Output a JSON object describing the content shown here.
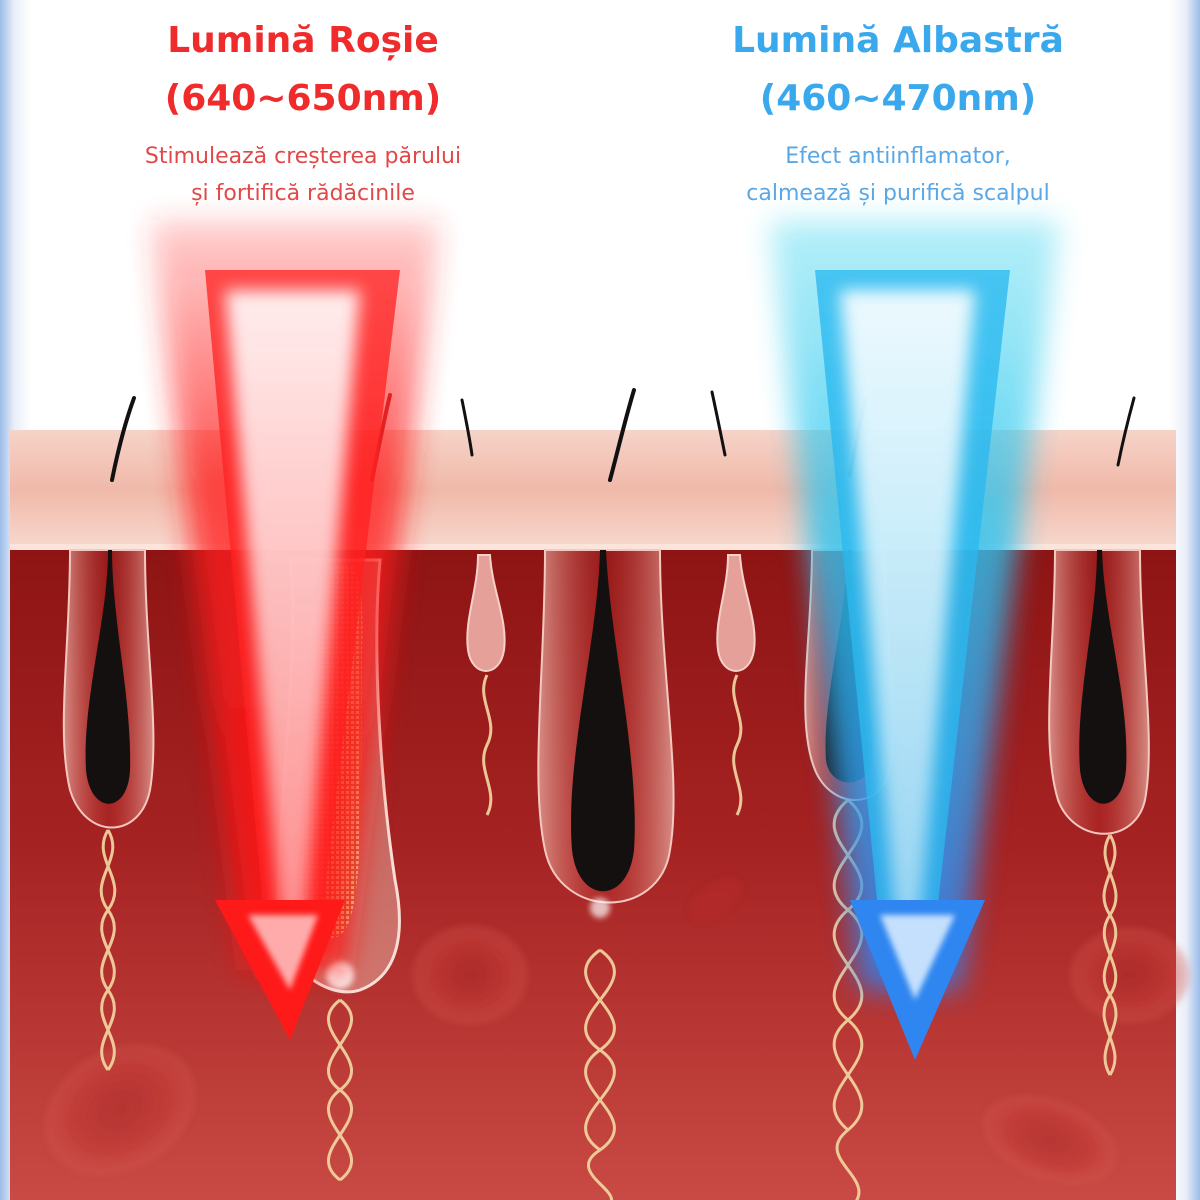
{
  "red_light": {
    "title": "Lumină Roșie",
    "wavelength": "(640~650nm)",
    "desc_line1": "Stimulează creșterea părului",
    "desc_line2": "și fortifică rădăcinile",
    "color": "#ef2b2b"
  },
  "blue_light": {
    "title": "Lumină Albastră",
    "wavelength": "(460~470nm)",
    "desc_line1": "Efect antiinflamator,",
    "desc_line2": "calmează și purifică scalpul",
    "color": "#3aa8ec"
  },
  "colors": {
    "skin_surface": "#f3c2b4",
    "dermis": "#a81e1e",
    "hair_bulb": "#111111",
    "frame": "#9cbcea"
  }
}
